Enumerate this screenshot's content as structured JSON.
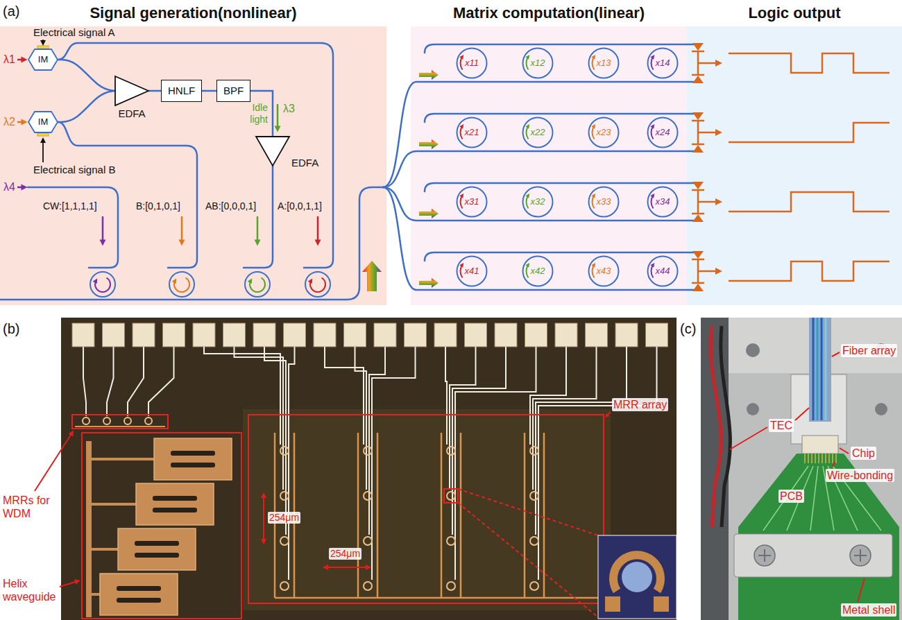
{
  "diagram": {
    "nodes": [
      {
        "text": [
          "Signal generation(nonlinear)"
        ]
      },
      {
        "text": [
          "IM"
        ],
        "in": 0
      },
      {
        "text": [
          "IM"
        ],
        "in": 0
      },
      {
        "text": [
          "EDFA"
        ],
        "in": 0
      },
      {
        "text": [
          "HNLF"
        ],
        "in": 0
      },
      {
        "text": [
          "BPF"
        ],
        "in": 0
      },
      {
        "text": [
          "EDFA"
        ],
        "in": 0
      },
      {
        "text": [
          "Matrix computation(linear)"
        ]
      },
      {
        "text": [
          "x11"
        ],
        "in": 7
      },
      {
        "text": [
          "x12"
        ],
        "in": 7
      },
      {
        "text": [
          "x13"
        ],
        "in": 7
      },
      {
        "text": [
          "x14"
        ],
        "in": 7
      },
      {
        "text": [
          "x21"
        ],
        "in": 7
      },
      {
        "text": [
          "x22"
        ],
        "in": 7
      },
      {
        "text": [
          "x23"
        ],
        "in": 7
      },
      {
        "text": [
          "x24"
        ],
        "in": 7
      },
      {
        "text": [
          "x31"
        ],
        "in": 7
      },
      {
        "text": [
          "x32"
        ],
        "in": 7
      },
      {
        "text": [
          "x33"
        ],
        "in": 7
      },
      {
        "text": [
          "x34"
        ],
        "in": 7
      },
      {
        "text": [
          "x41"
        ],
        "in": 7
      },
      {
        "text": [
          "x42"
        ],
        "in": 7
      },
      {
        "text": [
          "x43"
        ],
        "in": 7
      },
      {
        "text": [
          "x44"
        ],
        "in": 7
      },
      {
        "text": [
          "Logic output"
        ]
      }
    ],
    "edges": [
      {
        "from": 1,
        "to": 3,
        "arrow": "none"
      },
      {
        "from": 2,
        "to": 3,
        "arrow": "none"
      },
      {
        "from": 3,
        "to": 4,
        "arrow": "none"
      },
      {
        "from": 4,
        "to": 5,
        "arrow": "none"
      },
      {
        "from": 5,
        "to": 6,
        "arrow": "none"
      }
    ],
    "labels": [
      "(a)",
      "Electrical signal A",
      "λ1",
      "λ2",
      "Electrical signal B",
      "Idle light",
      "λ3",
      "λ4",
      "CW:[1,1,1,1]",
      "B:[0,1,0,1]",
      "AB:[0,0,0,1]",
      "A:[0,0,1,1]",
      "(b)",
      "MRRs for WDM",
      "Helix waveguide",
      "254μm",
      "254μm",
      "MRR array",
      "(c)",
      "Fiber array",
      "TEC",
      "Chip",
      "Wire-bonding",
      "PCB",
      "Metal shell"
    ]
  }
}
